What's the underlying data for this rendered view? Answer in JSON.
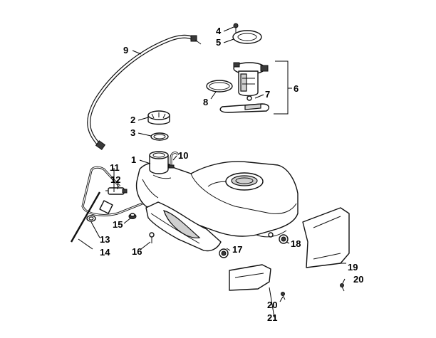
{
  "callouts": [
    "1",
    "2",
    "3",
    "4",
    "5",
    "6",
    "7",
    "8",
    "9",
    "10",
    "11",
    "12",
    "13",
    "14",
    "15",
    "16",
    "17",
    "18",
    "19",
    "20",
    "20",
    "21"
  ]
}
